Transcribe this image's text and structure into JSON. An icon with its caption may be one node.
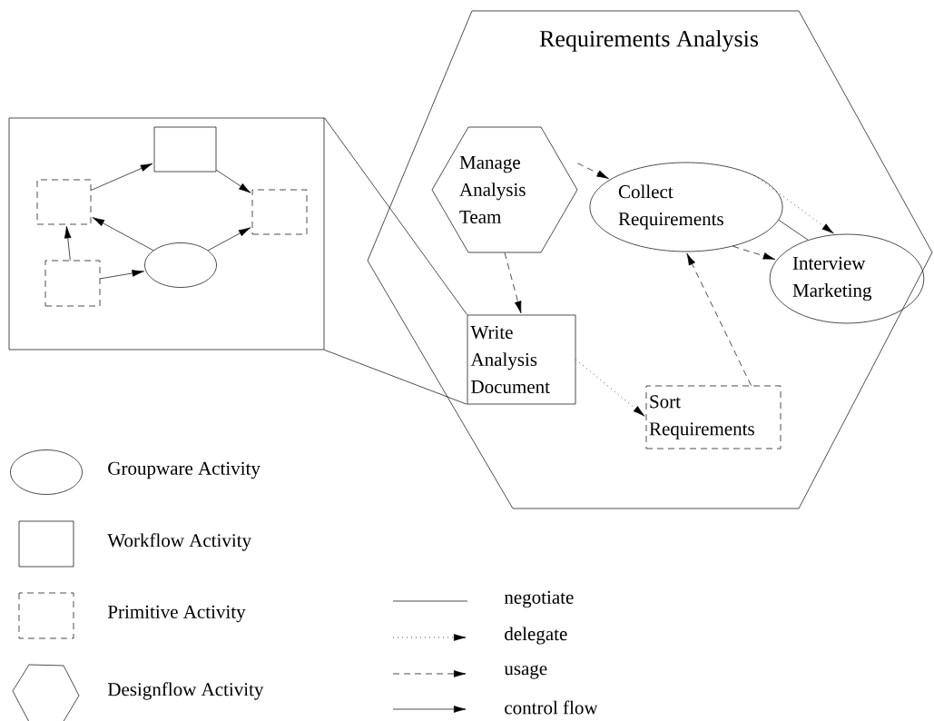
{
  "diagram": {
    "nodes": [
      {
        "text": [
          "Requirements Analysis"
        ]
      },
      {
        "text": [
          "Manage Analysis Team"
        ],
        "in": 0
      },
      {
        "text": [
          "Collect Requirements"
        ],
        "in": 0
      },
      {
        "text": [
          "Interview Marketing"
        ],
        "in": 0
      },
      {
        "text": [
          "Write Analysis Document"
        ],
        "in": 0
      },
      {
        "text": [
          "Sort Requirements"
        ],
        "in": 0
      },
      {
        "text": [],
        "shape": "box"
      },
      {
        "text": [],
        "shape": "box",
        "in": 6
      },
      {
        "text": [],
        "shape": "box",
        "in": 6
      },
      {
        "text": [],
        "shape": "box",
        "in": 6
      },
      {
        "text": [],
        "shape": "box",
        "in": 6
      },
      {
        "text": [],
        "shape": "circle",
        "in": 6
      }
    ],
    "edges": [
      {
        "from": 1,
        "to": 2,
        "arrow": "to",
        "style": "dashed"
      },
      {
        "from": 1,
        "to": 4,
        "arrow": "to",
        "style": "dashed"
      },
      {
        "from": 2,
        "to": 3,
        "arrow": "to",
        "style": "dashed"
      },
      {
        "from": 2,
        "to": 3,
        "arrow": "none"
      },
      {
        "from": 2,
        "to": 3,
        "arrow": "to",
        "style": "dashed"
      },
      {
        "from": 5,
        "to": 2,
        "arrow": "to",
        "style": "dashed"
      },
      {
        "from": 4,
        "to": 5,
        "arrow": "to",
        "style": "dashed"
      },
      {
        "from": 6,
        "to": 4,
        "arrow": "none"
      },
      {
        "from": 6,
        "to": 4,
        "arrow": "none"
      },
      {
        "from": 8,
        "to": 7,
        "arrow": "to"
      },
      {
        "from": 7,
        "to": 9,
        "arrow": "to"
      },
      {
        "from": 10,
        "to": 8,
        "arrow": "to"
      },
      {
        "from": 10,
        "to": 11,
        "arrow": "to"
      },
      {
        "from": 11,
        "to": 8,
        "arrow": "to"
      },
      {
        "from": 11,
        "to": 9,
        "arrow": "to"
      }
    ],
    "legend": [
      {
        "text": "Groupware Activity"
      },
      {
        "text": "Workflow Activity"
      },
      {
        "text": "Primitive Activity"
      },
      {
        "text": "Designflow Activity"
      },
      {
        "text": "negotiate"
      },
      {
        "text": "delegate"
      },
      {
        "text": "usage"
      },
      {
        "text": "control flow"
      }
    ]
  }
}
